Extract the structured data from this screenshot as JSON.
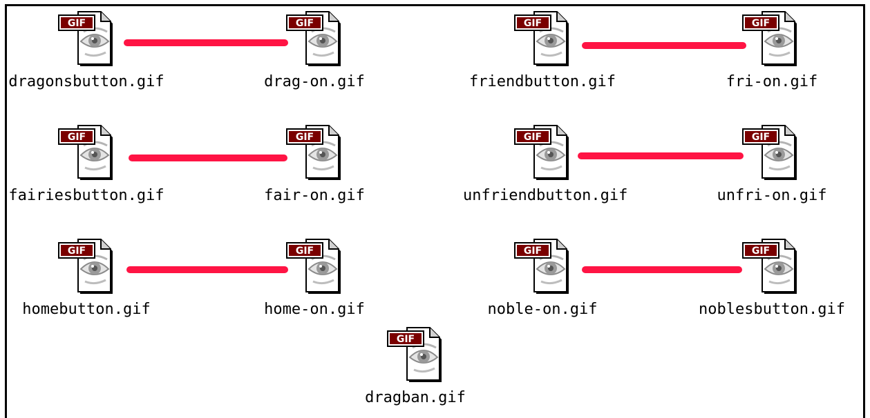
{
  "window": {
    "files": [
      {
        "name": "dragonsbutton.gif",
        "type": "GIF"
      },
      {
        "name": "drag-on.gif",
        "type": "GIF"
      },
      {
        "name": "friendbutton.gif",
        "type": "GIF"
      },
      {
        "name": "fri-on.gif",
        "type": "GIF"
      },
      {
        "name": "fairiesbutton.gif",
        "type": "GIF"
      },
      {
        "name": "fair-on.gif",
        "type": "GIF"
      },
      {
        "name": "unfriendbutton.gif",
        "type": "GIF"
      },
      {
        "name": "unfri-on.gif",
        "type": "GIF"
      },
      {
        "name": "homebutton.gif",
        "type": "GIF"
      },
      {
        "name": "home-on.gif",
        "type": "GIF"
      },
      {
        "name": "noble-on.gif",
        "type": "GIF"
      },
      {
        "name": "noblesbutton.gif",
        "type": "GIF"
      },
      {
        "name": "dragban.gif",
        "type": "GIF"
      }
    ],
    "connector_color": "#ff1444",
    "icon_tag_color": "#7a0000"
  }
}
